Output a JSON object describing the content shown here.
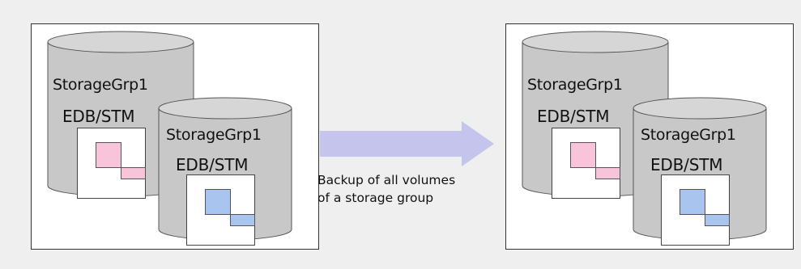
{
  "colors": {
    "background": "#efefef",
    "cylinder_fill": "#c8c8c8",
    "cylinder_top": "#d6d6d6",
    "volume_pink": "#f7c4d9",
    "volume_blue": "#a9c4ee",
    "arrow_fill": "#c4c4ec"
  },
  "source": {
    "group_back": {
      "label": "StorageGrp1",
      "component": "EDB/STM"
    },
    "group_front": {
      "label": "StorageGrp1",
      "component": "EDB/STM"
    }
  },
  "target": {
    "group_back": {
      "label": "StorageGrp1",
      "component": "EDB/STM"
    },
    "group_front": {
      "label": "StorageGrp1",
      "component": "EDB/STM"
    }
  },
  "arrow": {
    "caption_line1": "Backup of all volumes",
    "caption_line2": "of a storage group"
  }
}
